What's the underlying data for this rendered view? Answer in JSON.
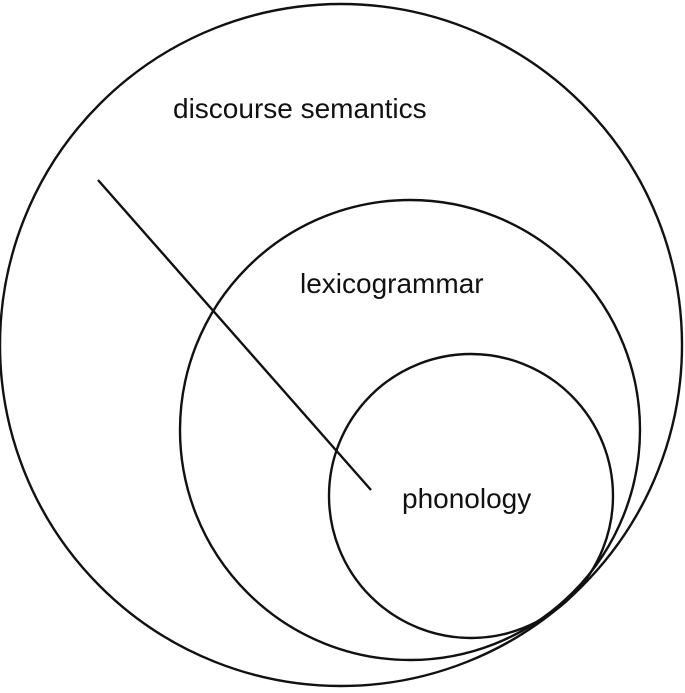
{
  "diagram": {
    "strata": [
      {
        "label": "discourse semantics"
      },
      {
        "label": "lexicogrammar"
      },
      {
        "label": "phonology"
      }
    ],
    "colors": {
      "stroke": "#111111",
      "text": "#111111",
      "background": "#ffffff"
    }
  }
}
